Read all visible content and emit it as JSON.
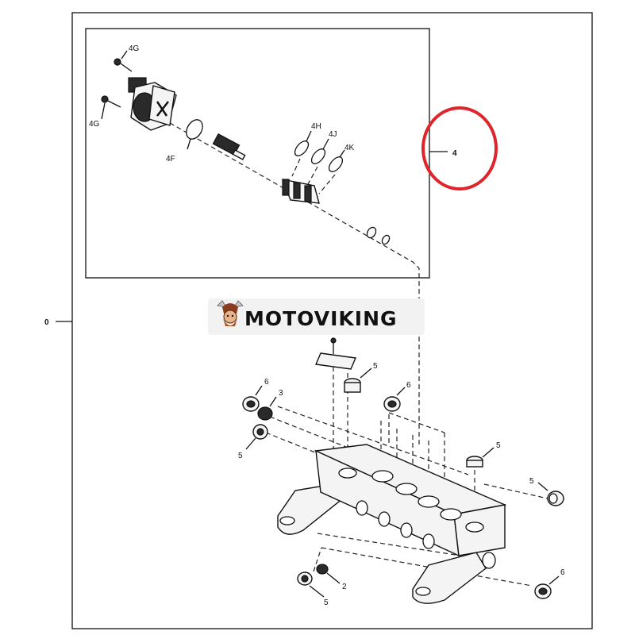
{
  "callouts": {
    "main": "0",
    "inset": "4",
    "inset_parts": {
      "screw_top": "4G",
      "screw_left": "4G",
      "oring": "4F",
      "seal_h": "4H",
      "seal_j": "4J",
      "seal_k": "4K"
    },
    "body_parts": {
      "plug_top": "5",
      "cap_left_top": "6",
      "plug_left_3": "3",
      "plug_left_5": "5",
      "cap_mid": "6",
      "plug_right_top": "5",
      "plug_right_mid": "5",
      "plug_bottom": "5",
      "plug_bottom_2": "2",
      "cap_bottom_right": "6"
    }
  },
  "watermark": {
    "text": "MOTOVIKING"
  },
  "colors": {
    "highlight_circle": "#e0242c",
    "line": "#111111"
  }
}
